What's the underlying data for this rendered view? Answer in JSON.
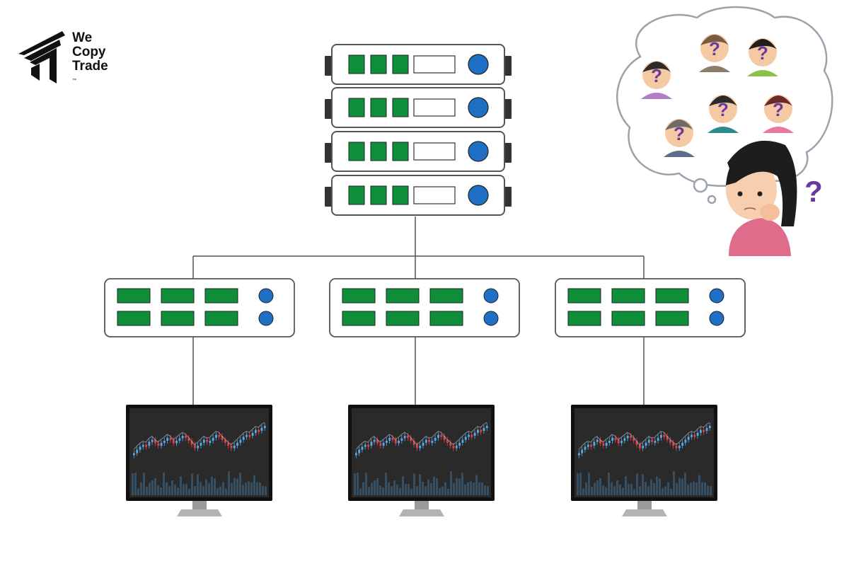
{
  "brand": {
    "line1": "We",
    "line2": "Copy",
    "line3": "Trade",
    "tm": "™"
  },
  "diagram": {
    "main_server_units": 4,
    "switches": 3,
    "monitors": 3,
    "thought_people": 6,
    "question_mark": "?"
  },
  "colors": {
    "background": "#ffffff",
    "panel_green": "#0f8f3a",
    "led_blue": "#1f6fc5",
    "outline": "#555555",
    "screen": "#2a2a2a",
    "candle_up": "#5aa9e6",
    "candle_down": "#e0424a",
    "qmark": "#6a3a9a"
  }
}
